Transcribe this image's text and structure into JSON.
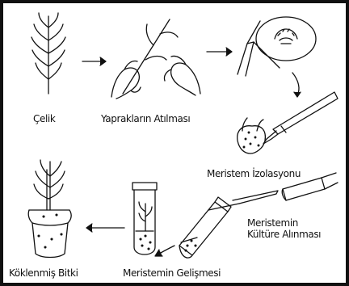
{
  "figure": {
    "steps": [
      {
        "id": "celik",
        "label": "Çelik"
      },
      {
        "id": "yapraklarin-atilmasi",
        "label": "Yaprakların Atılması"
      },
      {
        "id": "meristem-izolasyonu",
        "label": "Meristem İzolasyonu"
      },
      {
        "id": "meristemin-kulture-alinmasi",
        "lines": [
          "Meristemin",
          "Kültüre Alınması"
        ]
      },
      {
        "id": "meristemin-gelismesi",
        "label": "Meristemin Gelişmesi"
      },
      {
        "id": "koklenmis-bitki",
        "label": "Köklenmiş Bitki"
      }
    ],
    "colors": {
      "ink": "#111111",
      "background": "#ffffff"
    }
  }
}
